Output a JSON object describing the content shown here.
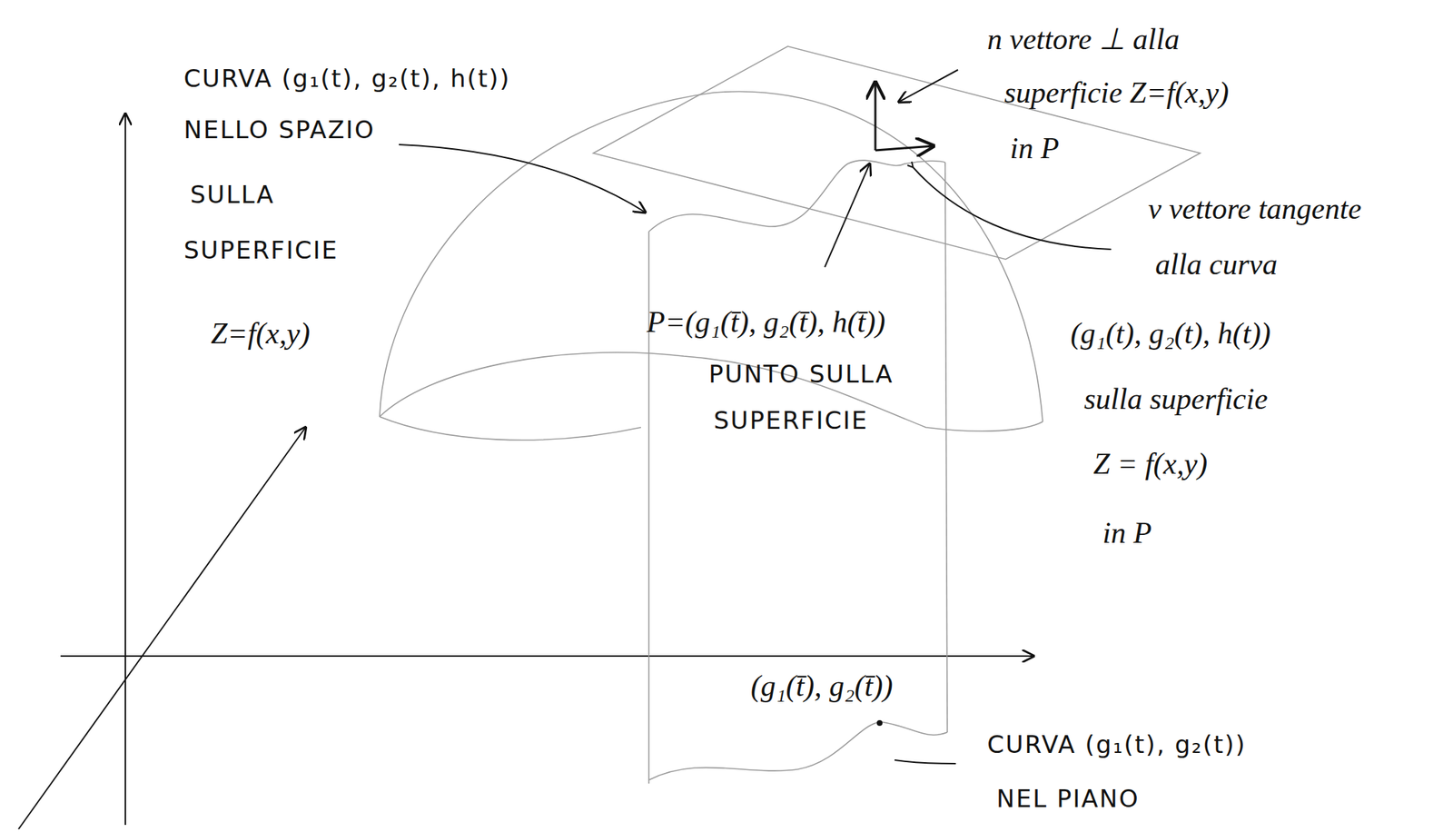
{
  "diagram": {
    "labels": [
      "CURVA (g₁(t), g₂(t), h(t))",
      "NELLO SPAZIO",
      "SULLA",
      "SUPERFICIE",
      "Z=f(x,y)",
      "n vettore ⊥ alla",
      "superficie Z=f(x,y)",
      "in P",
      "P=(g₁(t̄), g₂(t̄), h(t̄))",
      "PUNTO SULLA",
      "SUPERFICIE",
      "v vettore tangente",
      "alla curva",
      "(g₁(t), g₂(t), h(t))",
      "sulla superficie",
      "Z = f(x,y)",
      "in P",
      "(g₁(t̄), g₂(t̄))",
      "CURVA (g₁(t), g₂(t))",
      "NEL PIANO"
    ]
  }
}
